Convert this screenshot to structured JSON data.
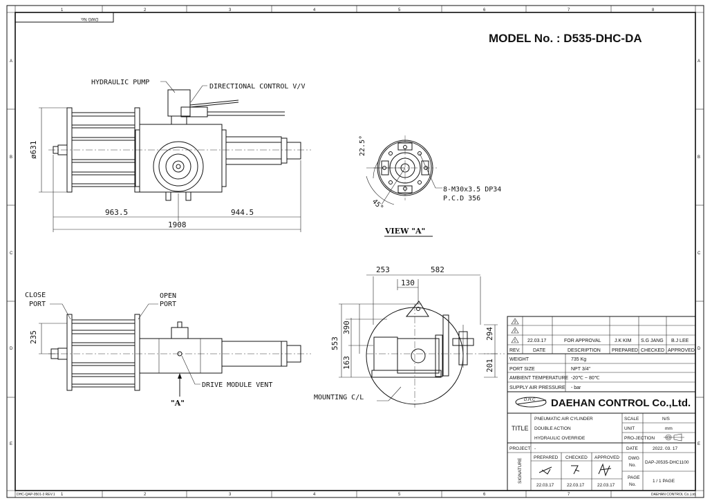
{
  "frame": {
    "cols": [
      "1",
      "2",
      "3",
      "4",
      "5",
      "6",
      "7",
      "8"
    ],
    "rows": [
      "A",
      "B",
      "C",
      "D",
      "E"
    ],
    "dwg_no_box": "DWG No.",
    "footer_left": "DHC-QAP-0501-3 REV.1",
    "footer_right": "DAEHAN CONTROL Co.,Ltd."
  },
  "model_title": "MODEL No. : D535-DHC-DA",
  "top_view": {
    "label_pump": "HYDRAULIC PUMP",
    "label_valve": "DIRECTIONAL CONTROL V/V",
    "dim_dia": "ø631",
    "dim_left": "963.5",
    "dim_right": "944.5",
    "dim_total": "1908"
  },
  "view_a": {
    "title": "VIEW \"A\"",
    "angle1": "22.5°",
    "angle2": "45°",
    "bolt_spec": "8-M30x3.5 DP34",
    "pcd": "P.C.D 356"
  },
  "bottom_view": {
    "label_close": "CLOSE",
    "label_close2": "PORT",
    "label_open": "OPEN",
    "label_open2": "PORT",
    "dim_235": "235",
    "label_vent": "DRIVE MODULE VENT",
    "label_a": "\"A\""
  },
  "side_view": {
    "dim_253": "253",
    "dim_582": "582",
    "dim_130": "130",
    "dim_553": "553",
    "dim_390": "390",
    "dim_163": "163",
    "dim_294": "294",
    "dim_201": "201",
    "label_mounting": "MOUNTING C/L"
  },
  "title_block": {
    "rev_marks": [
      "3",
      "2",
      "1"
    ],
    "rev1": {
      "date": "22.03.17",
      "desc": "FOR APPROVAL",
      "prepared": "J.K KIM",
      "checked": "S.G JANG",
      "approved": "B.J LEE"
    },
    "rev_headers": [
      "REV.",
      "DATE",
      "DESCRIPTION",
      "PREPARED",
      "CHECKED",
      "APPROVED"
    ],
    "specs": [
      {
        "label": "WEIGHT",
        "value": "735 Kg"
      },
      {
        "label": "PORT SIZE",
        "value": "NPT 3/4\""
      },
      {
        "label": "AMBIENT TEMPERATURE",
        "value": "-20℃ ~ 80℃"
      },
      {
        "label": "SUPPLY AIR PRESSURE",
        "value": "- bar"
      }
    ],
    "company": "DAEHAN CONTROL Co.,Ltd.",
    "logo_text": "D.H.C",
    "title_label": "TITLE",
    "title_lines": [
      "PNEUMATIC AIR CYLINDER",
      "DOUBLE ACTION",
      "HYDRAULIC OVERRIDE"
    ],
    "scale_label": "SCALE",
    "scale_value": "N/S",
    "unit_label": "UNIT",
    "unit_value": "mm",
    "proj_label": "PRO-JECTION",
    "project_label": "PROJECT",
    "project_value": "-",
    "date_label": "DATE",
    "date_value": "2022. 03. 17",
    "sig_label": "SIGNATURE",
    "sig_headers": [
      "PREPARED",
      "CHECKED",
      "APPROVED"
    ],
    "sig_dates": [
      "22.03.17",
      "22.03.17",
      "22.03.17"
    ],
    "dwg_label1": "DWG",
    "dwg_label2": "No.",
    "dwg_value": "DAP-J0535-DHC1100",
    "page_label1": "PAGE",
    "page_label2": "No.",
    "page_value": "1 / 1  PAGE"
  }
}
